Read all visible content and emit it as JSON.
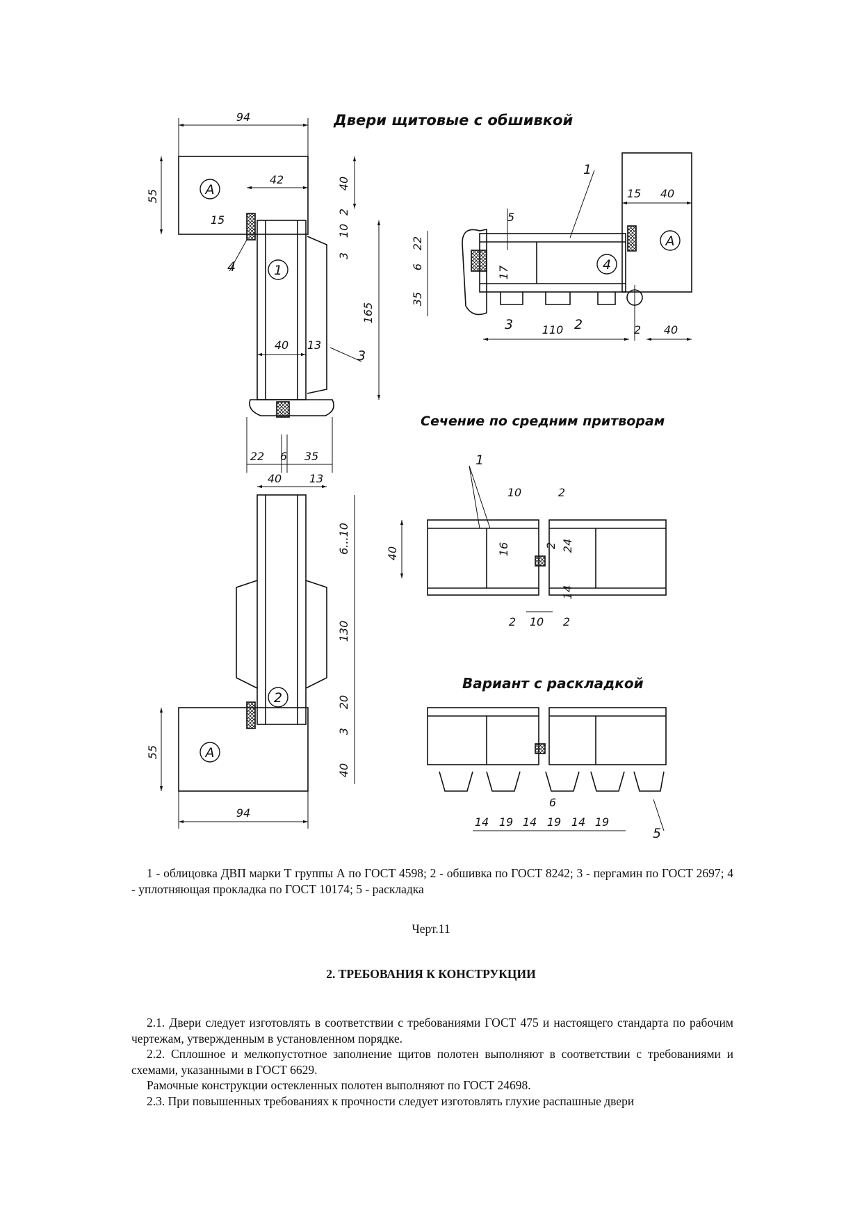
{
  "drawing": {
    "captions": {
      "top": "Двери щитовые с обшивкой",
      "middle": "Сечение по средним притворам",
      "bottom": "Вариант с раскладкой"
    },
    "markers": {
      "face_a": "А",
      "n1": "1",
      "n2": "2",
      "n3": "3",
      "n4": "4",
      "n5": "5"
    },
    "dimensions": {
      "d94": "94",
      "d55": "55",
      "d42": "42",
      "d40": "40",
      "d15": "15",
      "d2": "2",
      "d10": "10",
      "d3": "3",
      "d165": "165",
      "d13": "13",
      "d22": "22",
      "d6": "6",
      "d35": "35",
      "d5": "5",
      "d17": "17",
      "d110": "110",
      "d6_10": "6...10",
      "d130": "130",
      "d20": "20",
      "d16": "16",
      "d24": "24",
      "d14": "14",
      "d19": "19"
    }
  },
  "legend": "1 - облицовка ДВП марки Т группы А по ГОСТ 4598; 2 - обшивка по ГОСТ 8242; 3 - пергамин по ГОСТ 2697; 4 - уплотняющая прокладка по ГОСТ 10174; 5 - раскладка",
  "figure_caption": "Черт.11",
  "section_heading": "2. ТРЕБОВАНИЯ К КОНСТРУКЦИИ",
  "paragraphs": [
    "2.1. Двери следует изготовлять в соответствии с требованиями ГОСТ 475 и настоящего стандарта по рабочим чертежам, утвержденным в установленном порядке.",
    "2.2. Сплошное и мелкопустотное заполнение щитов полотен выполняют в соответствии с требованиями и схемами, указанными в ГОСТ 6629.",
    "Рамочные конструкции остекленных полотен выполняют по ГОСТ 24698.",
    "2.3. При повышенных требованиях к прочности следует изготовлять глухие распашные двери"
  ]
}
